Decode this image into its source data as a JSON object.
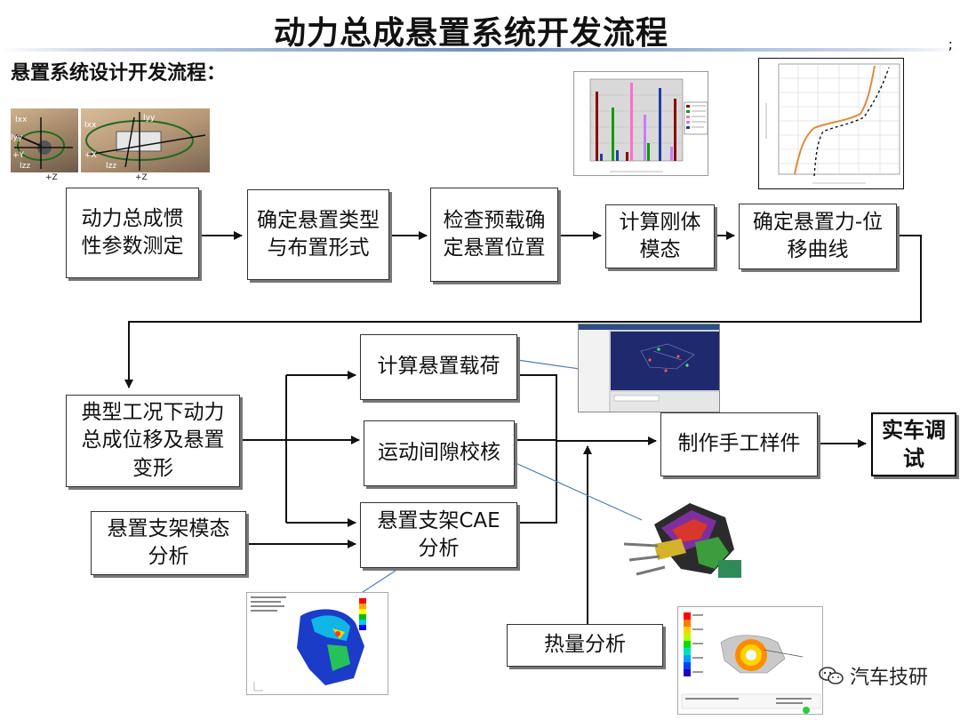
{
  "title": "动力总成悬置系统开发流程",
  "subtitle": "悬置系统设计开发流程：",
  "title_mark": ";",
  "boxes": {
    "b1": "动力总成惯性参数测定",
    "b2": "确定悬置类型与布置形式",
    "b3": "检查预载确定悬置位置",
    "b4": "计算刚体模态",
    "b5": "确定悬置力-位移曲线",
    "b6": "典型工况下动力总成位移及悬置变形",
    "b7": "计算悬置载荷",
    "b8": "运动间隙校核",
    "b9": "悬置支架CAE分析",
    "b10": "悬置支架模态分析",
    "b11": "制作手工样件",
    "b12": "实车调试",
    "b13": "热量分析"
  },
  "photo_labels": {
    "ixx": "Ixx",
    "iyy": "Iyy",
    "izz": "Izz",
    "plus_y": "+Y",
    "plus_x": "+X",
    "plus_z": "+Z"
  },
  "watermark": "汽车技研",
  "colors": {
    "leader_line": "#4a7fb5",
    "box_border": "#333333",
    "title_rule": "#6f8fbf"
  }
}
